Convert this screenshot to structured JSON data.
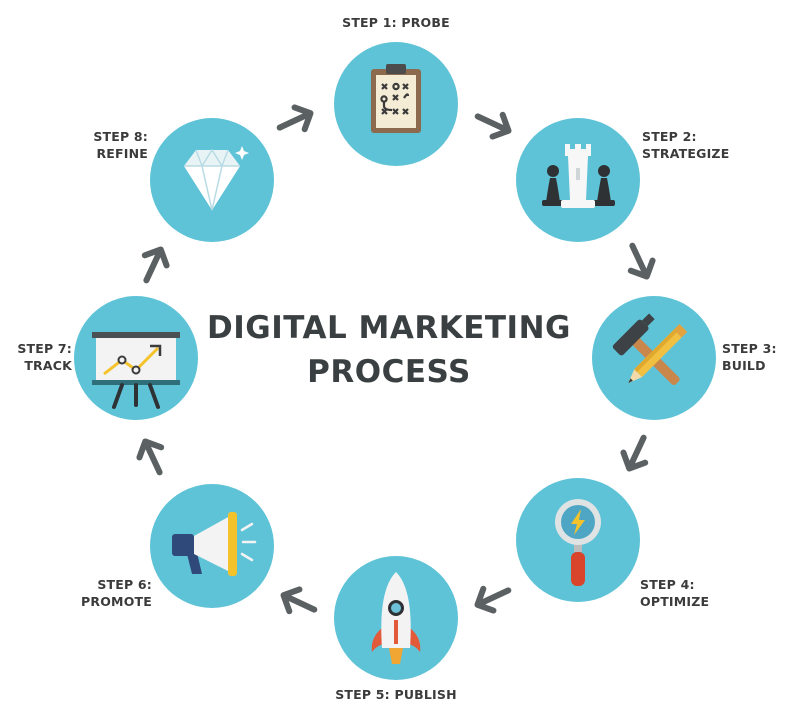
{
  "title": {
    "line1": "DIGITAL MARKETING",
    "line2": "PROCESS"
  },
  "colors": {
    "circle": "#5fc3d8",
    "arrow": "#5b6163",
    "text": "#3b3b3b"
  },
  "steps": [
    {
      "step": "STEP 1:",
      "name": "PROBE",
      "icon": "clipboard-plan-icon"
    },
    {
      "step": "STEP 2:",
      "name": "STRATEGIZE",
      "icon": "chess-pieces-icon"
    },
    {
      "step": "STEP 3:",
      "name": "BUILD",
      "icon": "hammer-pencil-icon"
    },
    {
      "step": "STEP 4:",
      "name": "OPTIMIZE",
      "icon": "magnifier-lightning-icon"
    },
    {
      "step": "STEP 5:",
      "name": "PUBLISH",
      "icon": "rocket-icon"
    },
    {
      "step": "STEP 6:",
      "name": "PROMOTE",
      "icon": "megaphone-icon"
    },
    {
      "step": "STEP 7:",
      "name": "TRACK",
      "icon": "chart-easel-icon"
    },
    {
      "step": "STEP 8:",
      "name": "REFINE",
      "icon": "diamond-icon"
    }
  ]
}
